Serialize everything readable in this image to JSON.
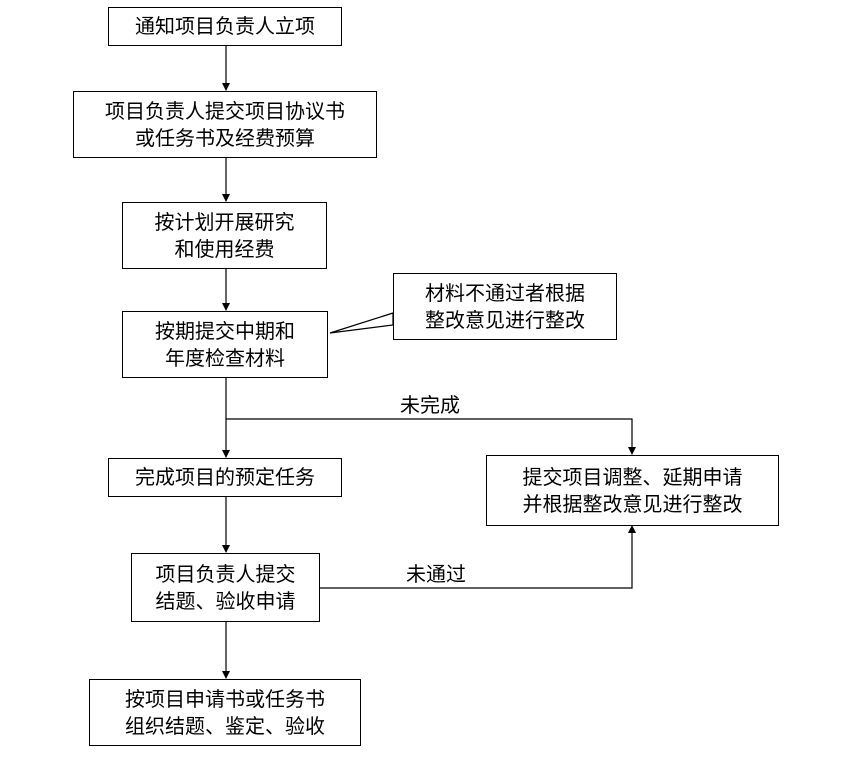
{
  "colors": {
    "line": "#000000",
    "box_fill": "#ffffff",
    "text": "#000000"
  },
  "steps": {
    "notify": "通知项目负责人立项",
    "submit_agreement": [
      "项目负责人提交项目协议书",
      "或任务书及经费预算"
    ],
    "research": [
      "按计划开展研究",
      "和使用经费"
    ],
    "midterm": [
      "按期提交中期和",
      "年度检查材料"
    ],
    "complete": "完成项目的预定任务",
    "apply_closing": [
      "项目负责人提交",
      "结题、验收申请"
    ],
    "organize": [
      "按项目申请书或任务书",
      "组织结题、鉴定、验收"
    ],
    "adjust": [
      "提交项目调整、延期申请",
      "并根据整改意见进行整改"
    ]
  },
  "callout": [
    "材料不通过者根据",
    "整改意见进行整改"
  ],
  "edge_labels": {
    "not_completed": "未完成",
    "not_passed": "未通过"
  }
}
